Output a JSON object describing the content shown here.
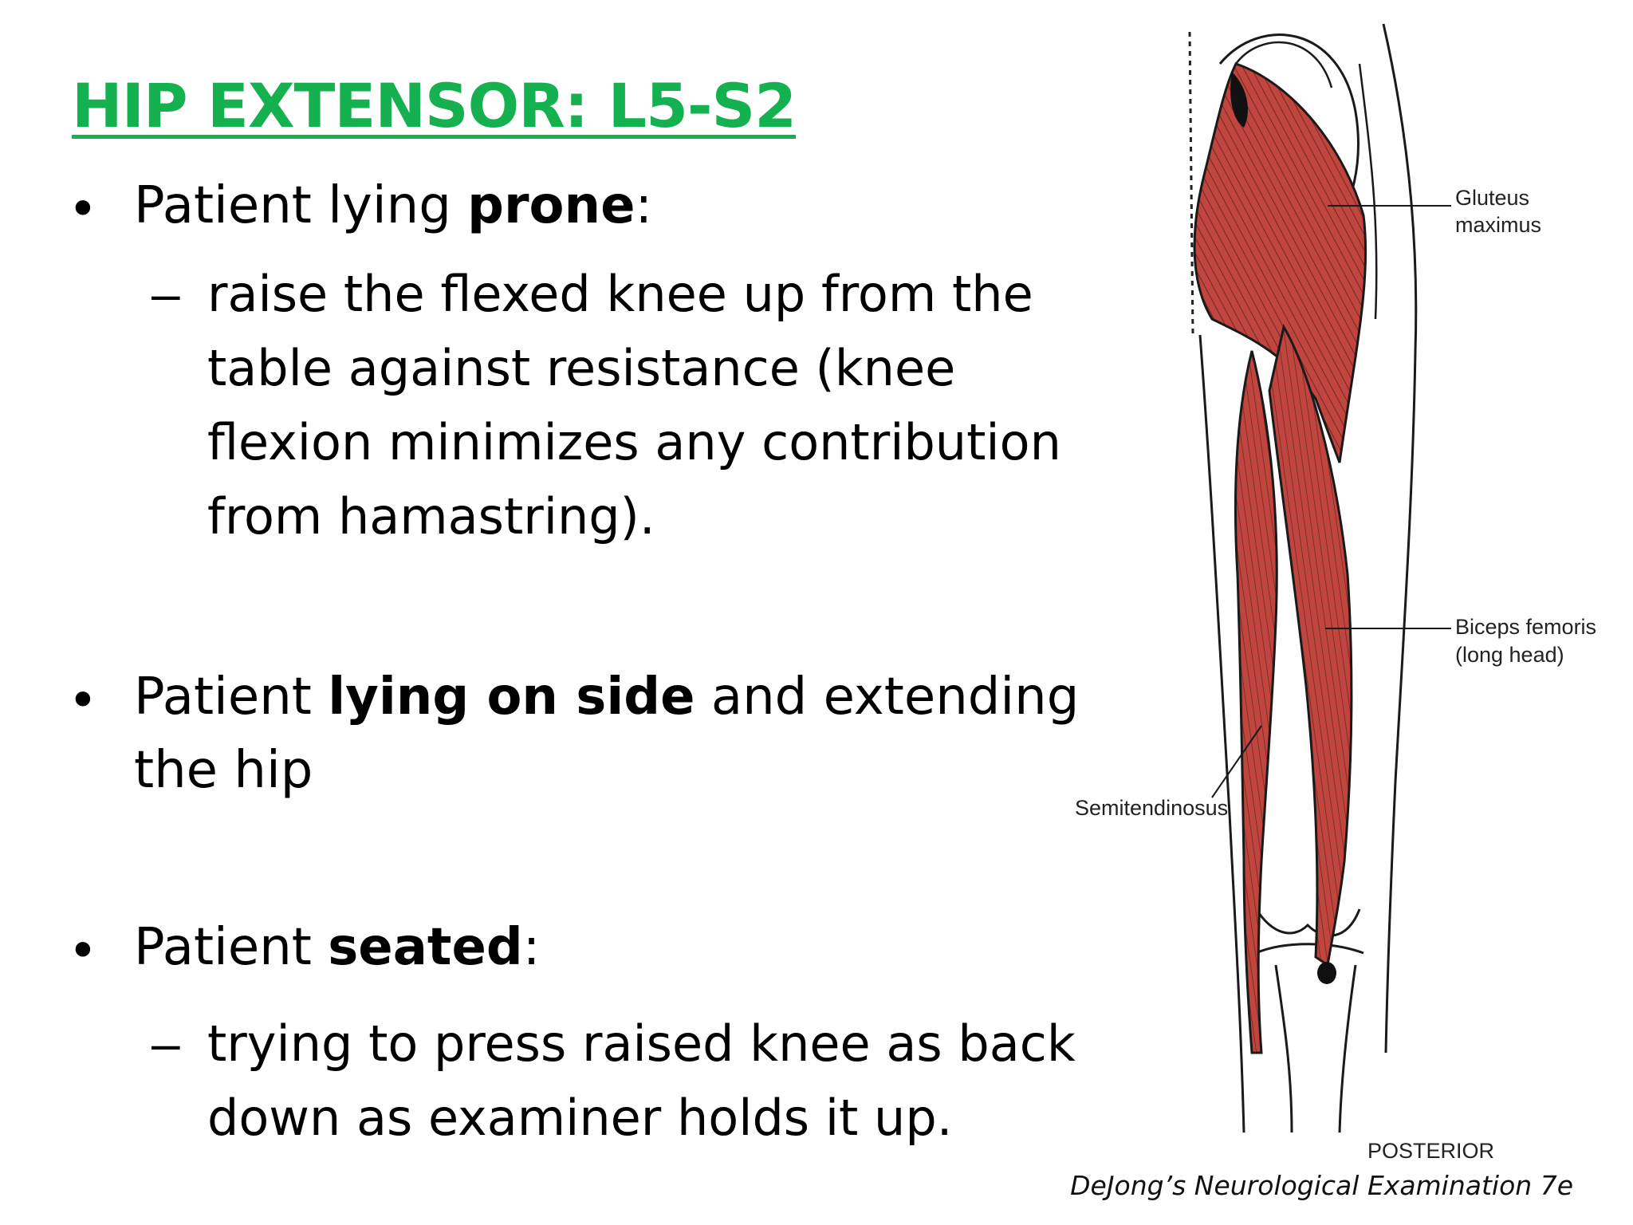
{
  "title": "HIP EXTENSOR: L5-S2",
  "bullets": [
    {
      "marker": "•",
      "pre": "Patient lying ",
      "bold": "prone",
      "post": ":",
      "sub": {
        "marker": "–",
        "lines": [
          "raise the flexed knee up from the",
          "table against resistance (knee",
          "flexion minimizes any contribution",
          "from hamastring)."
        ]
      }
    },
    {
      "marker": "•",
      "pre": "Patient ",
      "bold": "lying on side",
      "post": " and extending",
      "line2": "the hip"
    },
    {
      "marker": "•",
      "pre": "Patient ",
      "bold": "seated",
      "post": ":",
      "sub": {
        "marker": "–",
        "lines": [
          "trying to press raised knee as back",
          "down as examiner holds it up."
        ]
      }
    }
  ],
  "figure": {
    "labels": {
      "gluteus_1": "Gluteus",
      "gluteus_2": "maximus",
      "biceps_1": "Biceps femoris",
      "biceps_2": "(long head)",
      "semitendinosus": "Semitendinosus",
      "view": "POSTERIOR"
    },
    "colors": {
      "muscle": "#c0453e",
      "outline": "#1a1a1a"
    }
  },
  "citation": "DeJong’s Neurological Examination 7e"
}
